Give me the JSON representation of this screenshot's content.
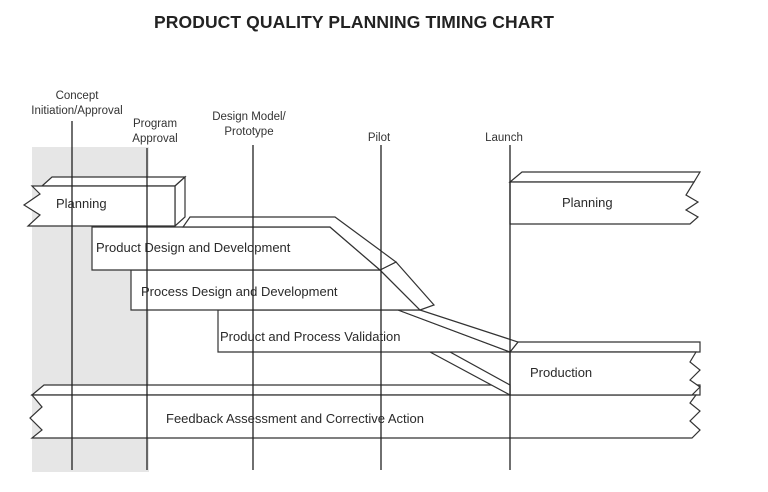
{
  "title": "PRODUCT QUALITY PLANNING TIMING CHART",
  "milestones": [
    {
      "label_line1": "Concept",
      "label_line2": "Initiation/Approval"
    },
    {
      "label_line1": "Program",
      "label_line2": "Approval"
    },
    {
      "label_line1": "Design Model/",
      "label_line2": "Prototype"
    },
    {
      "label_line1": "Pilot",
      "label_line2": ""
    },
    {
      "label_line1": "Launch",
      "label_line2": ""
    }
  ],
  "phases": [
    {
      "label": "Planning"
    },
    {
      "label": "Product Design and Development"
    },
    {
      "label": "Process Design and Development"
    },
    {
      "label": "Product and Process Validation"
    },
    {
      "label": "Production"
    },
    {
      "label": "Feedback Assessment and Corrective Action"
    },
    {
      "label": "Planning"
    }
  ],
  "colors": {
    "shade": "#e6e6e6",
    "line": "#333333"
  }
}
